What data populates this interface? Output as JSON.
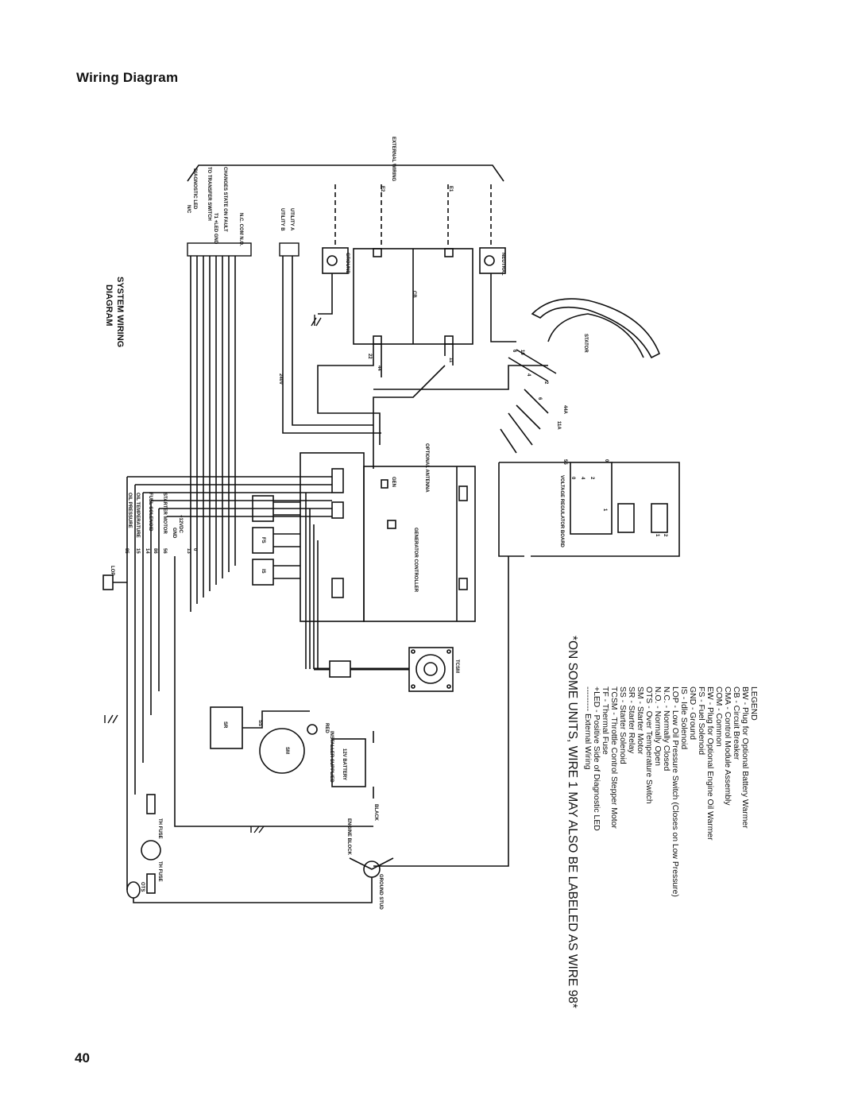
{
  "page": {
    "title": "Wiring Diagram",
    "number": "40"
  },
  "diagram": {
    "heading_line1": "SYSTEM WIRING",
    "heading_line2": "DIAGRAM",
    "external_wiring": "EXTERNAL WIRING",
    "note": "*ON SOME UNITS, WIRE 1 MAY ALSO BE LABELED AS WIRE 98*",
    "terminal_labels": {
      "changes_state": "CHANGES STATE ON FAULT",
      "to_transfer": "TO TRANSFER SWITCH",
      "diagnostic_led": "DIAGNOSTIC LED",
      "nc": "N/C",
      "nc_com_no": "N.C. COM N.O.",
      "t1_led_gnd": "T1 +LED GND",
      "utility_a": "UTILITY A",
      "utility_b": "UTILITY B",
      "volts_240": "240V",
      "ground": "GROUND",
      "neutral": "NEUTRAL",
      "stator": "STATOR",
      "cb": "CB",
      "e1": "E1",
      "e2": "E2",
      "optional_antenna": "OPTIONAL ANTENNA",
      "gen": "GEN",
      "generator_controller": "GENERATOR CONTROLLER",
      "voltage_regulator": "VOLTAGE REGULATOR BOARD",
      "tcsm": "TCSM",
      "starter_motor": "STARTER MOTOR",
      "fuel_solenoid": "FUEL SOLENOID",
      "oil_temperature": "OIL TEMPERATURE",
      "oil_pressure": "OIL PRESSURE",
      "volts_12": "+12VDC",
      "gnd": "GND",
      "lop": "LOP",
      "th_fuse_1": "TH FUSE",
      "th_fuse_2": "TH FUSE",
      "ots": "OTS",
      "ground_stud": "GROUND STUD",
      "engine_block": "ENGINE BLOCK",
      "black": "BLACK",
      "red": "RED",
      "battery": "12V BATTERY",
      "installer_supplied": "INSTALLER SUPPLIED",
      "sm": "SM",
      "sr": "SR",
      "ss": "SS",
      "fs": "FS",
      "is": "IS"
    },
    "wire_numbers": [
      "0",
      "13",
      "56",
      "86",
      "85",
      "15",
      "14",
      "11",
      "44",
      "22",
      "2",
      "6",
      "4",
      "6",
      "55",
      "0",
      "1",
      "0",
      "4",
      "2",
      "16",
      "11A",
      "44A",
      "1",
      "2"
    ],
    "legend_title": "LEGEND",
    "legend": [
      "BW - Plug for Optional Battery Warmer",
      "CB - Circuit Breaker",
      "CMA - Control Module Assembly",
      "COM - Common",
      "EW - Plug for Optional Engine Oil Warmer",
      "FS - Fuel Solenoid",
      "GND - Ground",
      "IS - Idle Solenoid",
      "LOP - Low Oil Pressure Switch (Closes on Low Pressure)",
      "N.C. - Normally Closed",
      "N.O. - Normally Open",
      "OTS - Over Temperature Switch",
      "SM - Starter Motor",
      "SR - Starter Relay",
      "SS - Starter Solenoid",
      "TCSM - Throttle Control Stepper Motor",
      "TF - Thermal Fuse",
      "+LED - Positive Side of Diagnostic LED",
      "--------- External Wiring"
    ]
  }
}
